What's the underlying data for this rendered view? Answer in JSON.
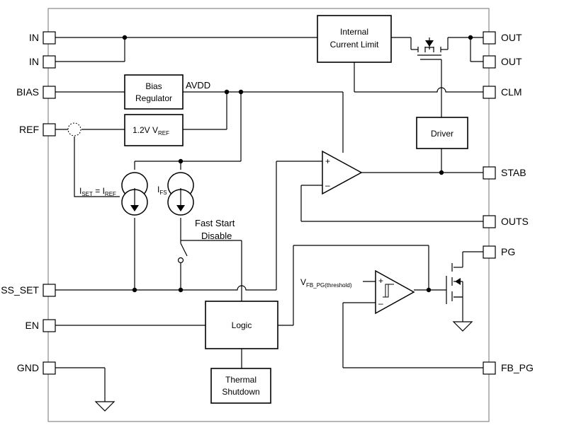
{
  "pins_left": {
    "in1": "IN",
    "in2": "IN",
    "bias": "BIAS",
    "ref": "REF",
    "ss_set": "SS_SET",
    "en": "EN",
    "gnd": "GND"
  },
  "pins_right": {
    "out1": "OUT",
    "out2": "OUT",
    "clm": "CLM",
    "stab": "STAB",
    "outs": "OUTS",
    "pg": "PG",
    "fb_pg": "FB_PG"
  },
  "blocks": {
    "current_limit_line1": "Internal",
    "current_limit_line2": "Current Limit",
    "bias_line1": "Bias",
    "bias_line2": "Regulator",
    "vref_prefix": "1.2V V",
    "vref_sub": "REF",
    "driver": "Driver",
    "logic": "Logic",
    "thermal_line1": "Thermal",
    "thermal_line2": "Shutdown"
  },
  "labels": {
    "avdd": "AVDD",
    "iset_main": "I",
    "iset_sub": "SET",
    "iset_eq": " = I",
    "iref_sub": "REF",
    "ifs_main": "I",
    "ifs_sub": "FS",
    "fast_start_line1": "Fast Start",
    "fast_start_line2": "Disable",
    "vfb_main": "V",
    "vfb_sub": "FB_PG(threshold)",
    "plus": "+",
    "minus": "–"
  },
  "colors": {
    "line": "#000000",
    "frame": "#9a9a9a",
    "background": "#ffffff"
  }
}
